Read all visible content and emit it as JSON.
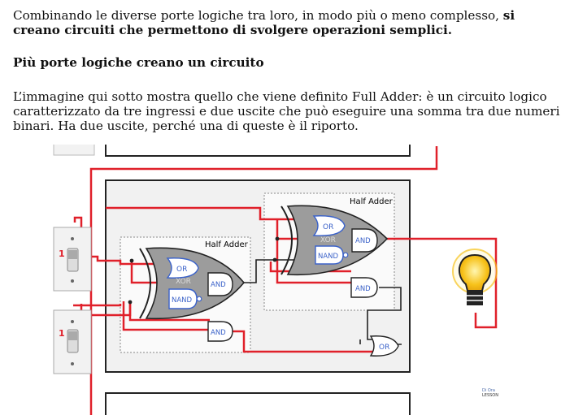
{
  "intro": {
    "text_regular": "Combinando le diverse porte logiche tra loro, in modo più o meno complesso, ",
    "text_bold": "si creano circuiti che permettono di svolgere operazioni semplici."
  },
  "heading": "Più porte logiche creano un circuito",
  "paragraph": "L’immagine qui sotto mostra quello che viene definito Full Adder: è un circuito logico caratterizzato da tre ingressi e due uscite che può eseguire una somma tra due numeri binari. Ha due uscite, perché una di queste è il riporto.",
  "diagram": {
    "half_adder_label_1": "Half Adder",
    "half_adder_label_2": "Half Adder",
    "gates": {
      "or": "OR",
      "xor": "XOR",
      "nand": "NAND",
      "and": "AND"
    },
    "switch_value_1": "1",
    "switch_value_2": "1",
    "watermark_line1": "Di Ora",
    "watermark_line2": "LESSON",
    "colors": {
      "wire_red": "#e0202a",
      "wire_black": "#222222",
      "gate_fill": "#9c9c9c",
      "gate_blue": "#3b62c9",
      "bulb_yellow": "#f7c21a"
    }
  }
}
